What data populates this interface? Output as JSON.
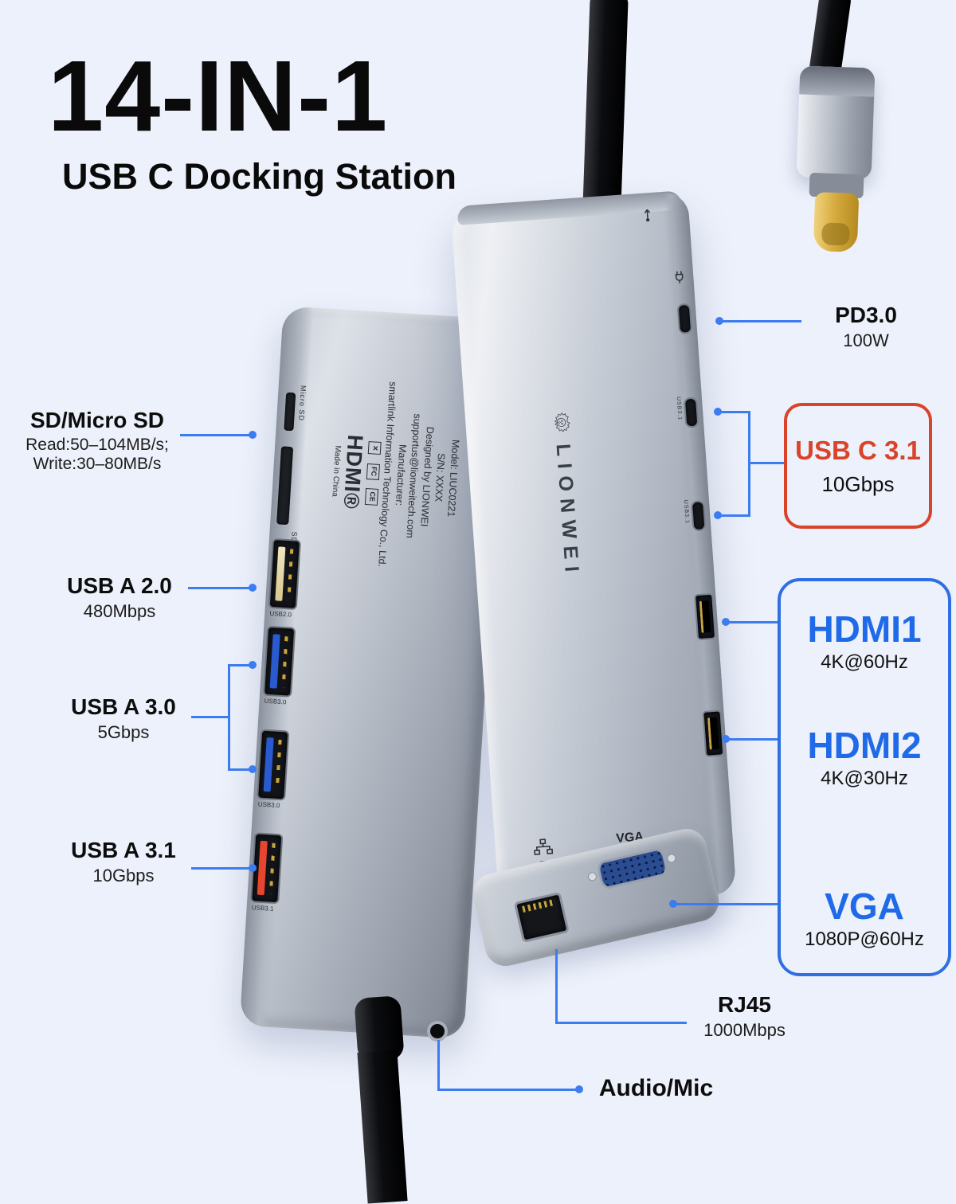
{
  "colors": {
    "background": "#edf1fb",
    "line_blue": "#3c7cf0",
    "accent_blue": "#1f6ae8",
    "accent_red": "#d9432a"
  },
  "title": {
    "heading": "14-IN-1",
    "subheading": "USB C Docking Station"
  },
  "callouts": {
    "sd": {
      "label": "SD/Micro SD",
      "detail1": "Read:50–104MB/s;",
      "detail2": "Write:30–80MB/s"
    },
    "usb_a_20": {
      "label": "USB A 2.0",
      "value": "480Mbps"
    },
    "usb_a_30": {
      "label": "USB A 3.0",
      "value": "5Gbps"
    },
    "usb_a_31": {
      "label": "USB A 3.1",
      "value": "10Gbps"
    },
    "pd": {
      "label": "PD3.0",
      "value": "100W"
    },
    "usb_c_31": {
      "label": "USB C 3.1",
      "value": "10Gbps"
    },
    "hdmi1": {
      "label": "HDMI1",
      "value": "4K@60Hz"
    },
    "hdmi2": {
      "label": "HDMI2",
      "value": "4K@30Hz"
    },
    "vga": {
      "label": "VGA",
      "value": "1080P@60Hz"
    },
    "rj45": {
      "label": "RJ45",
      "value": "1000Mbps"
    },
    "audio": {
      "label": "Audio/Mic"
    }
  },
  "device": {
    "brand": "LIONWEI",
    "back_print": {
      "model": "Model: LIUC0221",
      "serial": "S/N: XXXX",
      "designed": "Designed by LIONWEI",
      "support": "supportus@lionweitech.com",
      "manufacturer": "Manufacturer:",
      "company": "smartlink Information Technology Co., Ltd.",
      "certs": [
        "✕",
        "FC",
        "CE"
      ],
      "hdmi_logo": "HDMI®",
      "made_in": "Made in China"
    },
    "port_prints": {
      "micro_sd": "Micro SD",
      "sd": "SD",
      "usb20": "USB2.0",
      "usb30a": "USB3.0",
      "usb30b": "USB3.0",
      "usb31": "USB3.1",
      "usbc1": "USB3.1",
      "usbc2": "USB3.1",
      "vga": "VGA"
    }
  }
}
